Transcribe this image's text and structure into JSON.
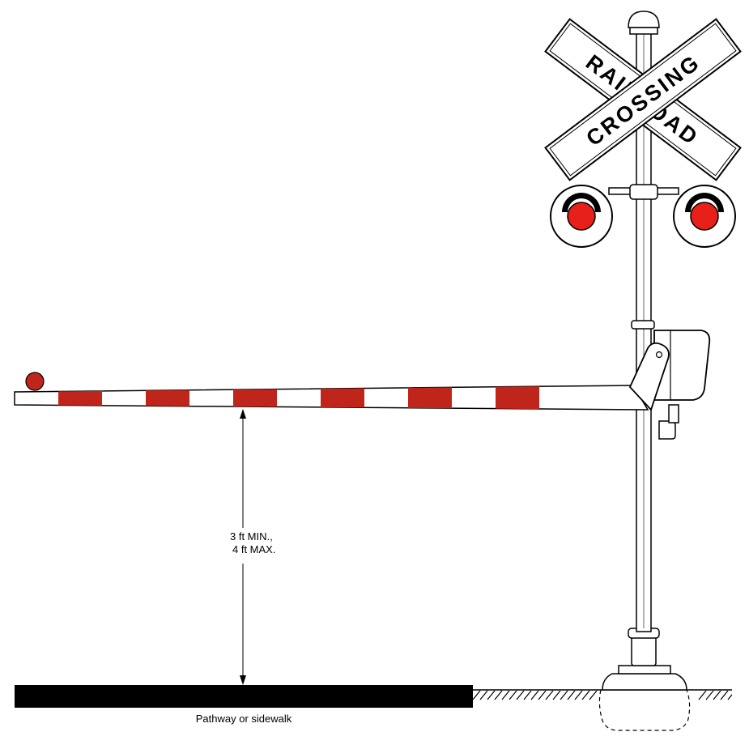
{
  "sign": {
    "word_top": "RAILROAD",
    "word_bottom": "CROSSING"
  },
  "dimension": {
    "line1": "3 ft MIN.,",
    "line2": "4 ft MAX."
  },
  "ground": {
    "caption": "Pathway or sidewalk"
  },
  "colors": {
    "stripe_red": "#C0251C",
    "lamp_red": "#E8201A",
    "ink": "#000000",
    "paper": "#FFFFFF"
  }
}
